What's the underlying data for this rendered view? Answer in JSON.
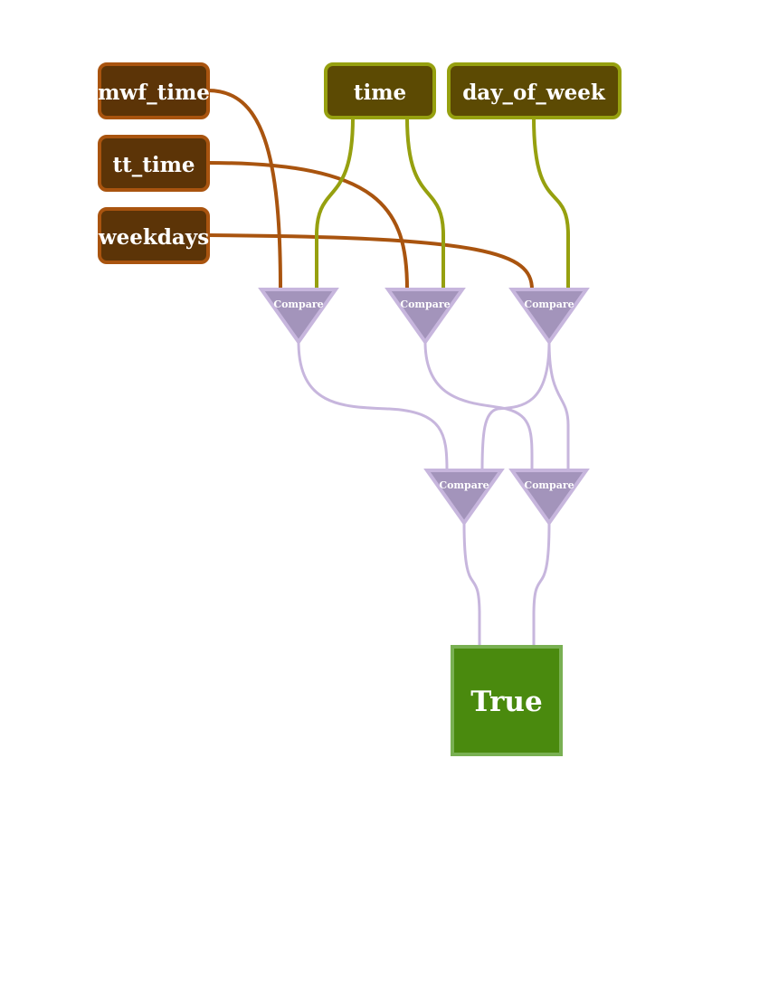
{
  "colors": {
    "input_group_a_fill": "#5c3407",
    "input_group_a_stroke": "#a9540f",
    "input_group_b_fill": "#5c4a03",
    "input_group_b_stroke": "#96a00f",
    "gate_fill": "#a394bb",
    "gate_stroke": "#c7b6dd",
    "output_fill": "#4a8a0e",
    "output_stroke": "#79b052"
  },
  "inputs": {
    "mwf_time": "mwf_time",
    "tt_time": "tt_time",
    "weekdays": "weekdays",
    "time": "time",
    "day_of_week": "day_of_week"
  },
  "gates": {
    "g1": "Compare",
    "g2": "Compare",
    "g3": "Compare",
    "g4": "Compare",
    "g5": "Compare"
  },
  "output": {
    "label": "True"
  }
}
